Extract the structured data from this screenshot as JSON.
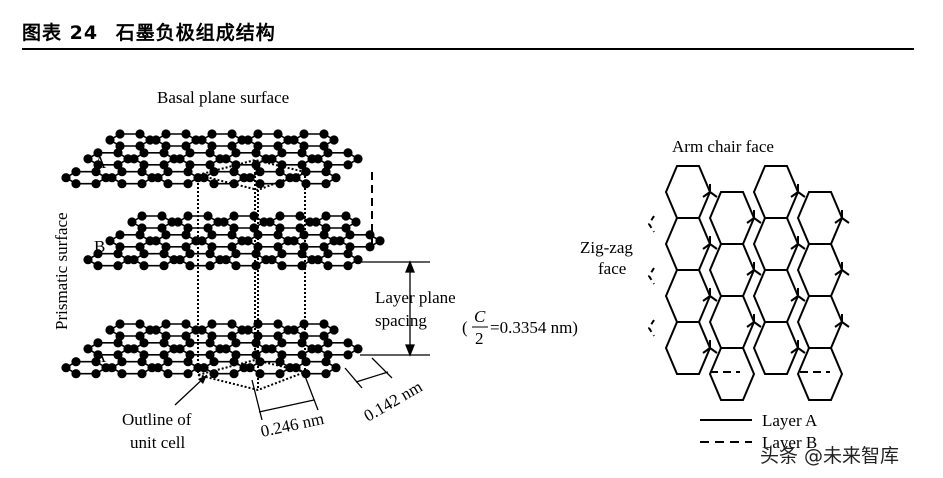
{
  "caption": {
    "label": "图表",
    "number": "24",
    "title": "石墨负极组成结构"
  },
  "left_figure": {
    "top_label": "Basal plane surface",
    "side_label": "Prismatic surface",
    "layer_labels": [
      "A",
      "B",
      "A"
    ],
    "spacing_label_1": "Layer plane",
    "spacing_label_2": "spacing",
    "spacing_fraction_num": "C",
    "spacing_fraction_den": "2",
    "spacing_value": "=0.3354 nm)",
    "spacing_paren_open": "(",
    "outline_label_1": "Outline of",
    "outline_label_2": "unit cell",
    "dim_a": "0.246 nm",
    "dim_b": "0.142 nm"
  },
  "right_figure": {
    "top_label": "Arm chair face",
    "side_label_1": "Zig-zag",
    "side_label_2": "face",
    "legend": [
      {
        "style": "solid",
        "label": "Layer A"
      },
      {
        "style": "dashed",
        "label": "Layer B"
      }
    ]
  },
  "watermark": "头条 @未来智库"
}
